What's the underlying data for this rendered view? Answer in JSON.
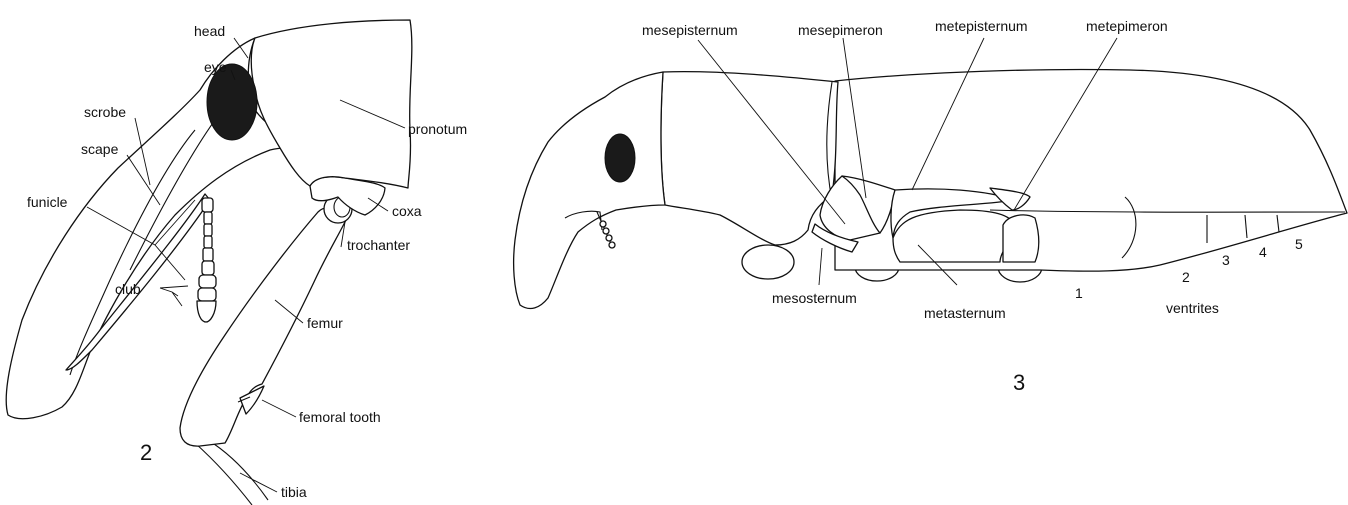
{
  "figure2": {
    "labels": {
      "head": "head",
      "eye": "eye",
      "scrobe": "scrobe",
      "scape": "scape",
      "funicle": "funicle",
      "club": "club",
      "pronotum": "pronotum",
      "coxa": "coxa",
      "trochanter": "trochanter",
      "femur": "femur",
      "femoral_tooth": "femoral tooth",
      "tibia": "tibia"
    },
    "number": "2"
  },
  "figure3": {
    "labels": {
      "mesepisternum": "mesepisternum",
      "mesepimeron": "mesepimeron",
      "metepisternum": "metepisternum",
      "metepimeron": "metepimeron",
      "mesosternum": "mesosternum",
      "metasternum": "metasternum",
      "ventrites": "ventrites"
    },
    "ventrite_numbers": [
      "1",
      "2",
      "3",
      "4",
      "5"
    ],
    "number": "3"
  }
}
